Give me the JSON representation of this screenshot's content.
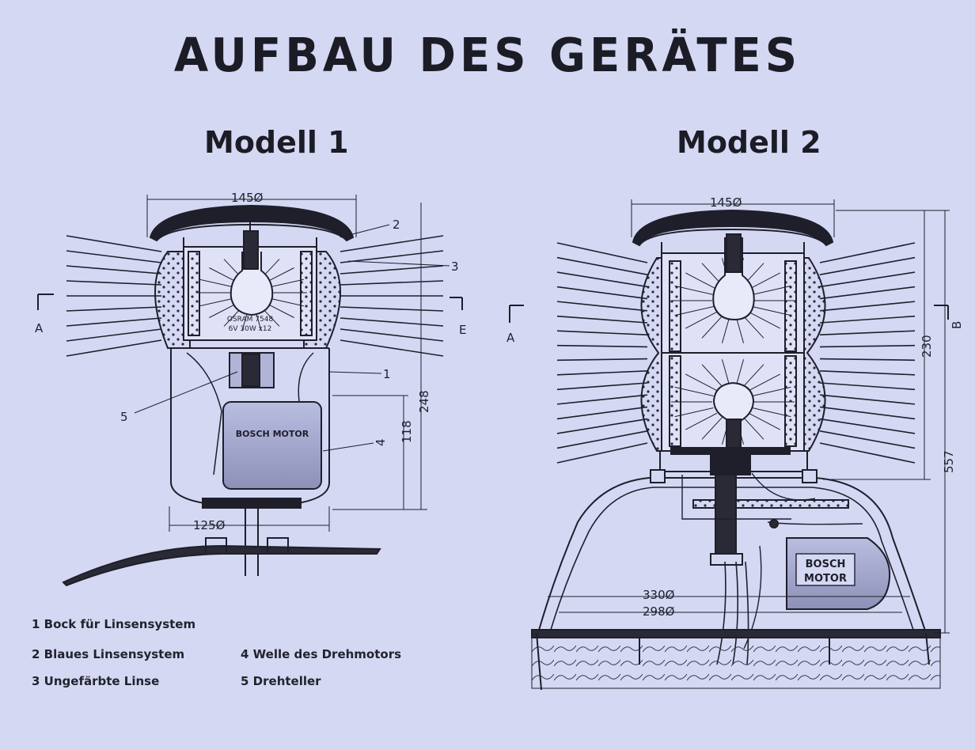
{
  "title": "AUFBAU DES GERÄTES",
  "models": [
    {
      "name": "Modell 1",
      "dimensions": {
        "top_width": "145Ø",
        "base_width": "125Ø",
        "height_total": "248",
        "height_motor": "118"
      },
      "section_labels": {
        "left": "A",
        "right": "E"
      },
      "callouts": [
        "1",
        "2",
        "3",
        "4",
        "5"
      ],
      "bulb_text_line1": "OSRAM 7548",
      "bulb_text_line2": "6V 30W x12",
      "motor_label": "BOSCH MOTOR"
    },
    {
      "name": "Modell 2",
      "dimensions": {
        "top_width": "145Ø",
        "base_outer": "330Ø",
        "base_inner": "298Ø",
        "height_lens": "230",
        "height_total": "557"
      },
      "section_labels": {
        "left": "A",
        "right": "B"
      },
      "motor_label_line1": "BOSCH",
      "motor_label_line2": "MOTOR"
    }
  ],
  "legend": [
    {
      "num": "1",
      "text": "Bock für Linsensystem"
    },
    {
      "num": "2",
      "text": "Blaues Linsensystem"
    },
    {
      "num": "3",
      "text": "Ungefärbte Linse"
    },
    {
      "num": "4",
      "text": "Welle des Drehmotors"
    },
    {
      "num": "5",
      "text": "Drehteller"
    }
  ],
  "colors": {
    "background": "#d4d8f3",
    "ink": "#1f1f2b"
  }
}
